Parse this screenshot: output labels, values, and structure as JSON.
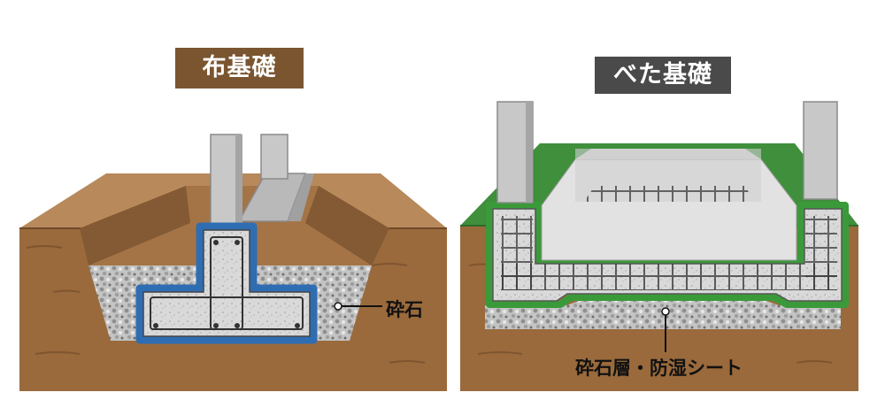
{
  "figures": [
    {
      "title": "布基礎",
      "title_bg": "#7a5530",
      "callout": "砕石",
      "accent": "#2f6db3"
    },
    {
      "title": "べた基礎",
      "title_bg": "#4a4a4a",
      "callout": "砕石層・防湿シート",
      "accent": "#3a9a3a"
    }
  ],
  "colors": {
    "soil_top": "#b8895a",
    "soil_body": "#9a6a3c",
    "gravel": "#bdbdbd",
    "concrete": "#d6d6d6",
    "grass": "#3f8f3c"
  }
}
